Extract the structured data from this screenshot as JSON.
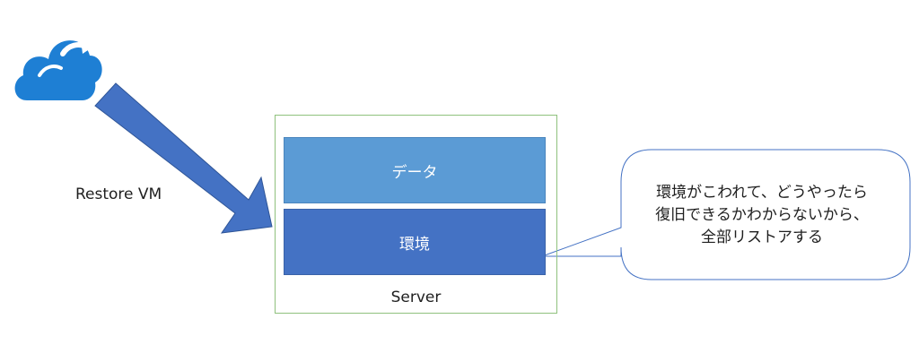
{
  "icons": {
    "cloud": "cloud-restore-icon",
    "arrow": "arrow-icon"
  },
  "colors": {
    "cloud": "#1e7fd4",
    "arrow_fill": "#4472c4",
    "data_block": "#5b9bd5",
    "env_block": "#4472c4",
    "server_border": "#8fc17d",
    "callout_border": "#4472c4"
  },
  "restore_label": "Restore VM",
  "server": {
    "label": "Server",
    "data_label": "データ",
    "env_label": "環境"
  },
  "callout": {
    "lines": [
      "環境がこわれて、どうやったら",
      "復旧できるかわからないから、",
      "全部リストアする"
    ]
  }
}
